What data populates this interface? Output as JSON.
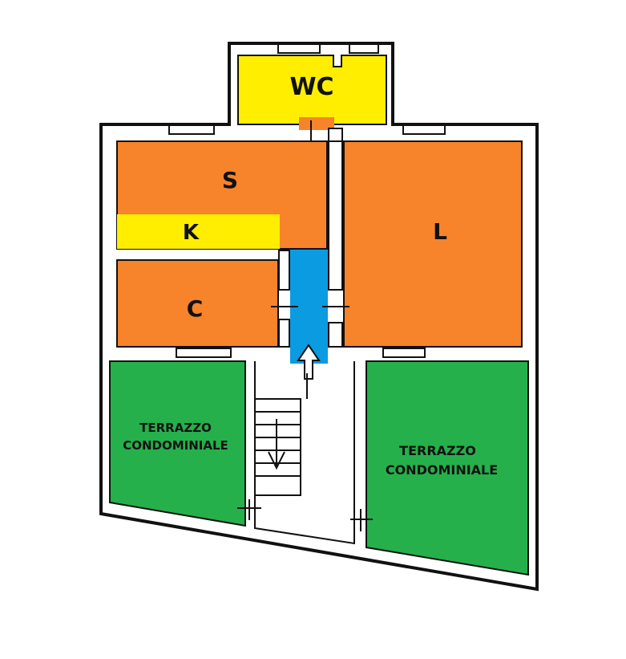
{
  "colors": {
    "wall": "#111111",
    "room_orange": "#f7832a",
    "room_yellow": "#ffee00",
    "corridor_blue": "#0a9be0",
    "terrace_green": "#25b04b",
    "background": "#ffffff"
  },
  "rooms": {
    "wc": "WC",
    "s": "S",
    "k": "K",
    "l": "L",
    "c": "C"
  },
  "terraces": {
    "left": {
      "line1": "TERRAZZO",
      "line2": "CONDOMINIALE"
    },
    "right": {
      "line1": "TERRAZZO",
      "line2": "CONDOMINIALE"
    }
  },
  "icons": {
    "entrance": "up-arrow-icon",
    "stairs": "down-arrow-icon"
  }
}
